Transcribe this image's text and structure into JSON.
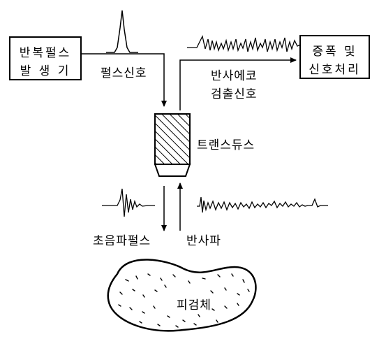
{
  "blocks": {
    "pulse_generator": {
      "line1": "반복펄스",
      "line2": "발 생 기"
    },
    "amplifier": {
      "line1": "증폭  및",
      "line2": "신호처리"
    }
  },
  "labels": {
    "pulse_signal": "펄스신호",
    "echo_detect_line1": "반사에코",
    "echo_detect_line2": "검출신호",
    "transducer": "트랜스듀스",
    "ultrasonic_pulse": "초음파펄스",
    "reflected_wave": "반사파",
    "specimen": "피검체"
  }
}
